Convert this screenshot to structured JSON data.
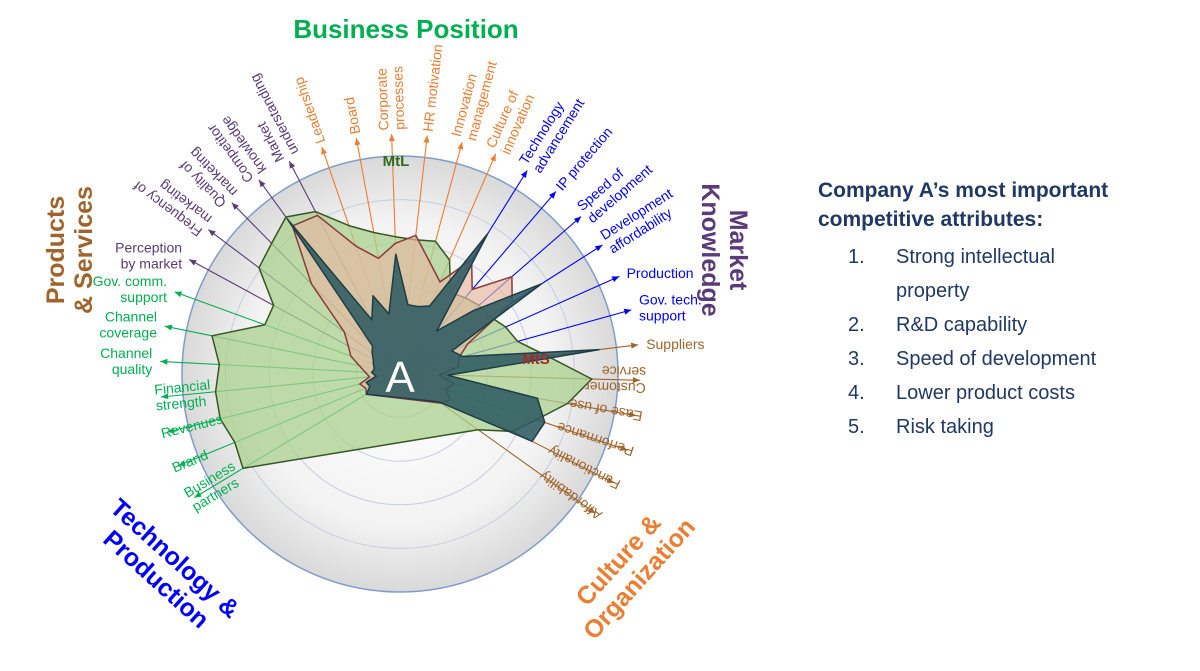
{
  "chart_data": {
    "type": "radar",
    "center_label": "A",
    "rmax": 10,
    "grid": true,
    "rings": 4,
    "groups": [
      {
        "name": "Business Position",
        "color": "#00b050",
        "lines": [
          "Business Position"
        ]
      },
      {
        "name": "Market Knowledge",
        "color": "#5b3a7a",
        "lines": [
          "Market",
          "Knowledge"
        ]
      },
      {
        "name": "Culture & Organization",
        "color": "#ed7d31",
        "lines": [
          "Culture &",
          "Organization"
        ]
      },
      {
        "name": "Technology & Production",
        "color": "#0000ff",
        "lines": [
          "Technology &",
          "Production"
        ]
      },
      {
        "name": "Products & Services",
        "color": "#a0642a",
        "lines": [
          "Products",
          "& Services"
        ]
      }
    ],
    "attributes": [
      {
        "group": 0,
        "lines": [
          "Business",
          "partners"
        ]
      },
      {
        "group": 0,
        "lines": [
          "Brand"
        ]
      },
      {
        "group": 0,
        "lines": [
          "Revenues"
        ]
      },
      {
        "group": 0,
        "lines": [
          "Financial",
          "strength"
        ]
      },
      {
        "group": 0,
        "lines": [
          "Channel",
          "quality"
        ]
      },
      {
        "group": 0,
        "lines": [
          "Channel",
          "coverage"
        ]
      },
      {
        "group": 0,
        "lines": [
          "Gov. comm.",
          "support"
        ]
      },
      {
        "group": 1,
        "lines": [
          "Perception",
          "by market"
        ]
      },
      {
        "group": 1,
        "lines": [
          "Frequency of",
          "marketing"
        ]
      },
      {
        "group": 1,
        "lines": [
          "Quality of",
          "marketing"
        ]
      },
      {
        "group": 1,
        "lines": [
          "Competitor",
          "knowledge"
        ]
      },
      {
        "group": 1,
        "lines": [
          "Market",
          "understanding"
        ]
      },
      {
        "group": 2,
        "lines": [
          "Leadership"
        ]
      },
      {
        "group": 2,
        "lines": [
          "Board"
        ]
      },
      {
        "group": 2,
        "lines": [
          "Corporate",
          "processes"
        ]
      },
      {
        "group": 2,
        "lines": [
          "HR motivation"
        ]
      },
      {
        "group": 2,
        "lines": [
          "Innovation",
          "management"
        ]
      },
      {
        "group": 2,
        "lines": [
          "Culture of",
          "innovation"
        ]
      },
      {
        "group": 3,
        "lines": [
          "Technology",
          "advancement"
        ]
      },
      {
        "group": 3,
        "lines": [
          "IP protection"
        ]
      },
      {
        "group": 3,
        "lines": [
          "Speed of",
          "development"
        ]
      },
      {
        "group": 3,
        "lines": [
          "Development",
          "affordability"
        ]
      },
      {
        "group": 3,
        "lines": [
          "Production"
        ]
      },
      {
        "group": 3,
        "lines": [
          "Gov. tech.",
          "support"
        ]
      },
      {
        "group": 4,
        "lines": [
          "Suppliers"
        ]
      },
      {
        "group": 4,
        "lines": [
          "Customer",
          "service"
        ]
      },
      {
        "group": 4,
        "lines": [
          "Ease of use"
        ]
      },
      {
        "group": 4,
        "lines": [
          "Performance"
        ]
      },
      {
        "group": 4,
        "lines": [
          "Functionality"
        ]
      },
      {
        "group": 4,
        "lines": [
          "Affordability"
        ]
      }
    ],
    "series": [
      {
        "name": "MtL",
        "fill": "#a9d08e",
        "stroke": "#375623",
        "label_color": "#2e6b1a",
        "values": [
          8.4,
          8.2,
          8.5,
          8.5,
          8.3,
          8.8,
          6.6,
          6.6,
          8.1,
          8.4,
          8.9,
          8.4,
          7.2,
          6.6,
          6.3,
          6.2,
          6.3,
          5.7,
          4.4,
          4.6,
          4.8,
          4.9,
          5.3,
          5.6,
          6.8,
          8.8,
          7.8,
          6.6,
          5.8,
          4.4
        ]
      },
      {
        "name": "MtS",
        "fill": "#e6b8a2",
        "stroke": "#8b3a3a",
        "label_color": "#a52a2a",
        "values": [
          1.8,
          1.7,
          1.9,
          1.4,
          1.6,
          1.9,
          2.4,
          2.7,
          3.2,
          5.8,
          8.4,
          8.2,
          6.2,
          5.4,
          6.0,
          6.4,
          5.3,
          4.6,
          6.2,
          5.1,
          6.8,
          6.1,
          3.4,
          2.8,
          2.7,
          1.8,
          2.5,
          2.2,
          2.6,
          2.3
        ]
      },
      {
        "name": "A",
        "fill": "#2f5b62",
        "stroke": "#1f3d44",
        "label_color": "#ffffff",
        "values": [
          1.8,
          1.5,
          1.6,
          1.1,
          1.3,
          1.2,
          1.3,
          1.4,
          1.6,
          1.8,
          8.8,
          2.8,
          3.8,
          2.8,
          5.5,
          3.2,
          3.2,
          3.4,
          7.6,
          2.6,
          4.4,
          7.7,
          2.6,
          3.0,
          9.2,
          2.2,
          6.4,
          7.0,
          6.8,
          2.2
        ]
      }
    ]
  },
  "side": {
    "title_line1": "Company A’s most important",
    "title_line2": "competitive attributes:",
    "items": [
      {
        "num": "1.",
        "lines": [
          "Strong intellectual",
          "property"
        ]
      },
      {
        "num": "2.",
        "lines": [
          "R&D capability"
        ]
      },
      {
        "num": "3.",
        "lines": [
          "Speed of development"
        ]
      },
      {
        "num": "4.",
        "lines": [
          "Lower product costs"
        ]
      },
      {
        "num": "5.",
        "lines": [
          "Risk taking"
        ]
      }
    ]
  }
}
